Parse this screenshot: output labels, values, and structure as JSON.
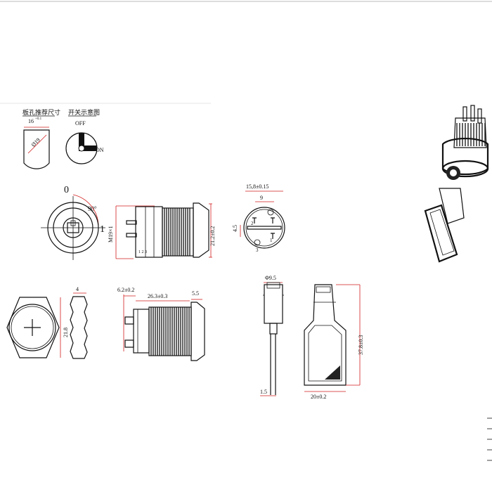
{
  "cutout_title": "板孔推荐尺寸",
  "cutout_dim": "16",
  "cutout_dim_tol": "+0.1",
  "cutout_diameter": "Ø19",
  "switch_title": "开关示意图",
  "off_label": "OFF",
  "on_label": "ON",
  "pos_0": "0",
  "pos_1": "1",
  "angle_90": "90°",
  "thread_spec": "M19×1",
  "dim_21_2": "21.2±0.2",
  "dim_15_8": "15,8±0.15",
  "dim_9": "9",
  "dim_4_5": "4.5",
  "dim_4": "4",
  "dim_21_8": "21.8",
  "dim_6_2": "6.2±0.2",
  "dim_26_3": "26.3±0.3",
  "dim_5_5": "5.5",
  "dim_9_5": "Φ9.5",
  "dim_1_5": "1.5",
  "dim_37_8": "37.8±0.3",
  "dim_20": "20±0.2",
  "terminal_1": "1",
  "terminal_2": "2",
  "terminal_3": "3"
}
